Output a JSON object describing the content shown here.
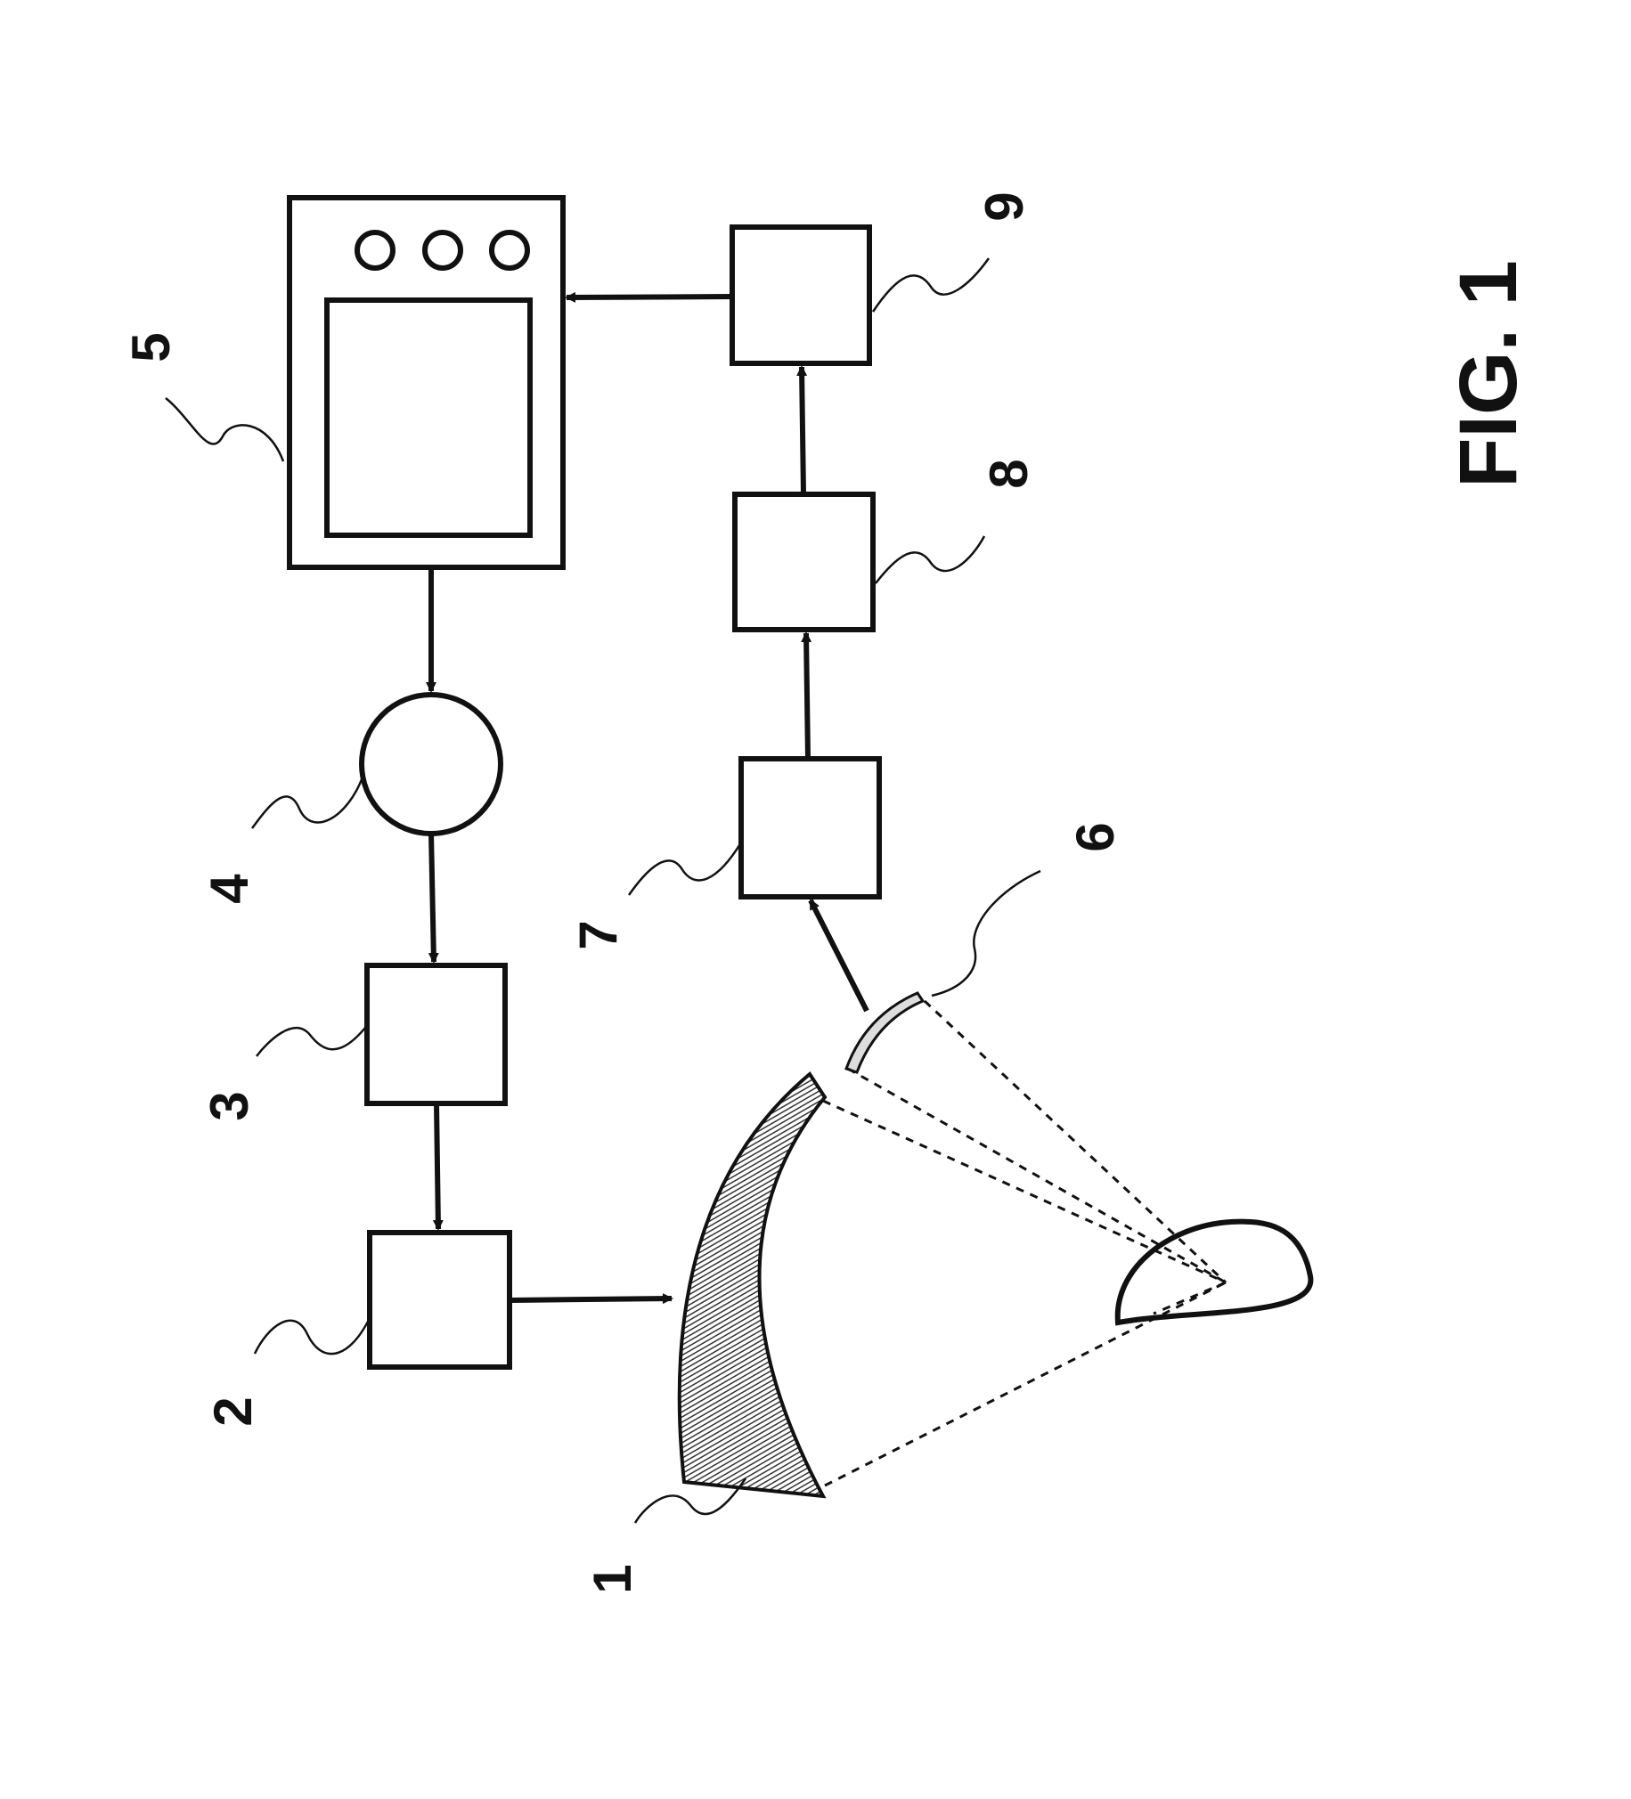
{
  "figure": {
    "title": "FIG. 1"
  },
  "reference_numerals": {
    "transducer": "1",
    "block_2": "2",
    "block_3": "3",
    "circle_4": "4",
    "console_5": "5",
    "detector_6": "6",
    "block_7": "7",
    "block_8": "8",
    "block_9": "9"
  }
}
